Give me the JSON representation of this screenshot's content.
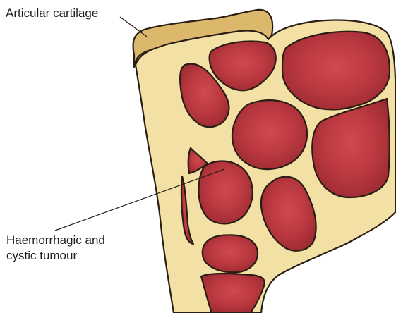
{
  "labels": {
    "cartilage": "Articular cartilage",
    "tumour_line1": "Haemorrhagic and",
    "tumour_line2": "cystic tumour"
  },
  "colors": {
    "bone": "#f3e0a4",
    "cartilage": "#dcb86d",
    "tumour": "#bd3a40",
    "tumour_dark": "#9c2a32",
    "outline": "#2a1e14"
  }
}
